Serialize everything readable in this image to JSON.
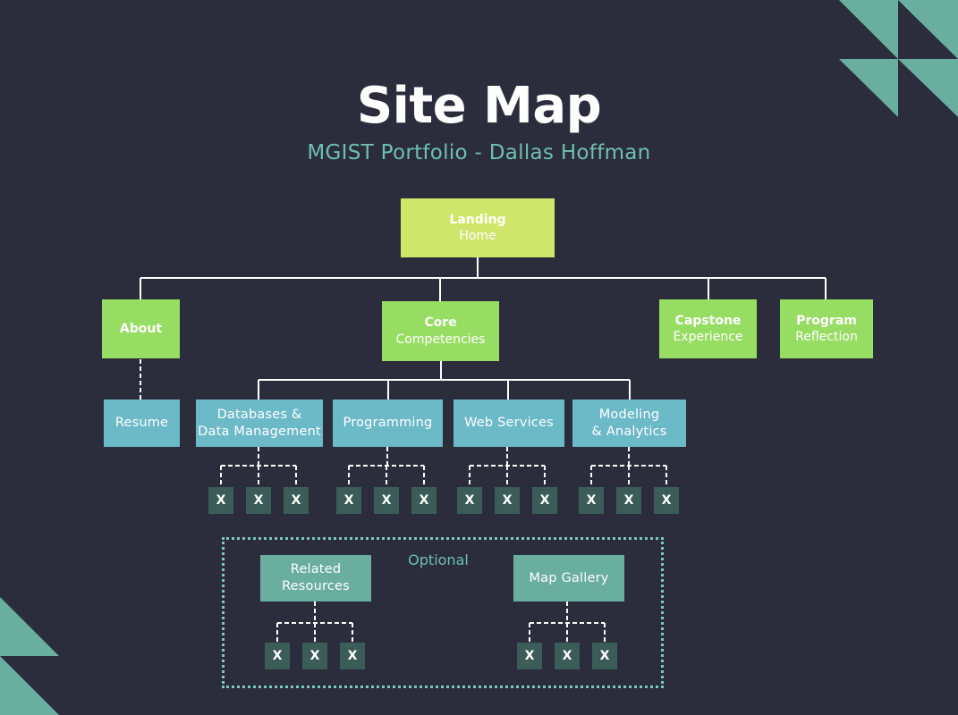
{
  "title": "Site Map",
  "subtitle": "MGIST Portfolio - Dallas Hoffman",
  "optional_label": "Optional",
  "colors": {
    "background": "#2b2d3d",
    "root": "#cfe66a",
    "section": "#97dc63",
    "subsection": "#6cb9c8",
    "optional_page": "#6aaea0",
    "placeholder": "#3b5c58",
    "accent": "#6fbfae"
  },
  "nodes": {
    "landing": {
      "line1": "Landing",
      "line2": "Home"
    },
    "about": {
      "line1": "About"
    },
    "core": {
      "line1": "Core",
      "line2": "Competencies"
    },
    "capstone": {
      "line1": "Capstone",
      "line2": "Experience"
    },
    "program": {
      "line1": "Program",
      "line2": "Reflection"
    },
    "resume": {
      "line1": "Resume"
    },
    "databases": {
      "line1": "Databases &",
      "line2": "Data Management"
    },
    "programming": {
      "line1": "Programming"
    },
    "web_services": {
      "line1": "Web Services"
    },
    "modeling": {
      "line1": "Modeling",
      "line2": "& Analytics"
    },
    "related": {
      "line1": "Related",
      "line2": "Resources"
    },
    "gallery": {
      "line1": "Map Gallery"
    }
  },
  "placeholder_label": "X"
}
